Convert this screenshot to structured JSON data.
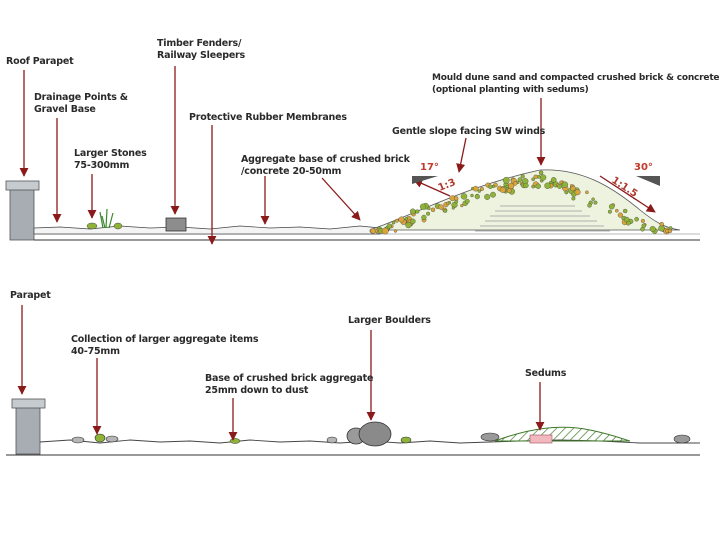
{
  "top_section": {
    "labels": {
      "roof_parapet": "Roof Parapet",
      "drainage_line1": "Drainage Points &",
      "drainage_line2": "Gravel Base",
      "stones_line1": "Larger Stones",
      "stones_line2": "75-300mm",
      "timber_line1": "Timber Fenders/",
      "timber_line2": "Railway Sleepers",
      "membranes": "Protective Rubber Membranes",
      "aggregate_line1": "Aggregate base of crushed brick",
      "aggregate_line2": "/concrete 20-50mm",
      "gentle_slope": "Gentle slope facing SW winds",
      "mould_line1": "Mould dune sand and compacted crushed brick & concrete",
      "mould_line2": "(optional planting with sedums)"
    },
    "angles": {
      "left_angle": "17°",
      "right_angle": "30°",
      "left_ratio": "1:3",
      "right_ratio": "1:1.5"
    }
  },
  "bottom_section": {
    "labels": {
      "parapet": "Parapet",
      "collection_line1": "Collection of larger aggregate items",
      "collection_line2": "40-75mm",
      "base_line1": "Base of crushed brick aggregate",
      "base_line2": "25mm down to dust",
      "boulders": "Larger Boulders",
      "sedums": "Sedums"
    }
  },
  "colors": {
    "arrow": "#8b1a1a",
    "pebble_green": "#8fb339",
    "pebble_orange": "#d9a53a",
    "parapet": "#a7adb3",
    "line": "#333333"
  }
}
